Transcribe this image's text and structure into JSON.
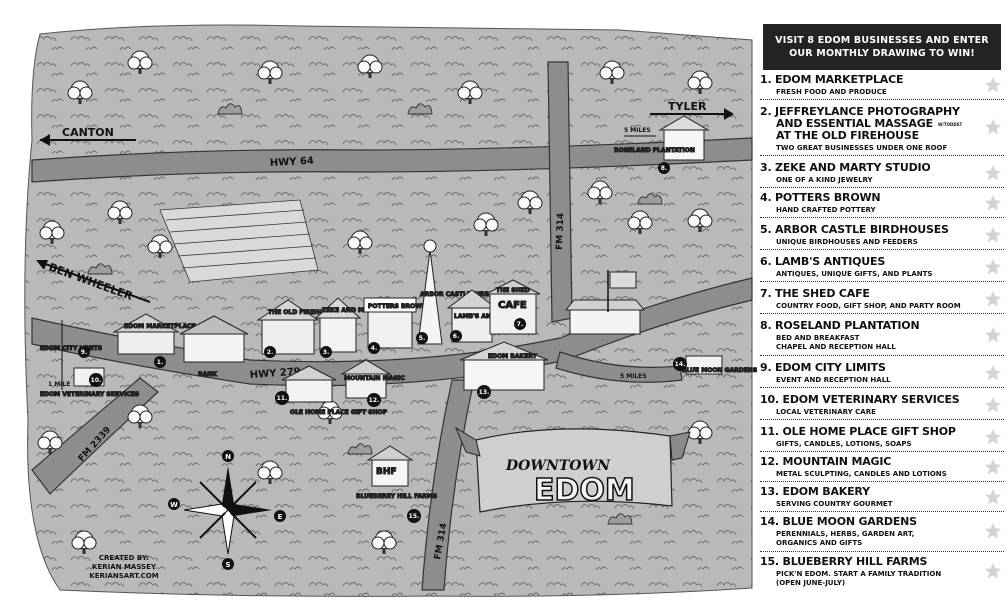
{
  "legend": {
    "title": "VISIT 8 EDOM BUSINESSES AND ENTER OUR MONTHLY DRAWING TO WIN!",
    "star_icon": "star-icon",
    "entries": [
      {
        "name": "1. EDOM MARKETPLACE",
        "desc": [
          "FRESH FOOD AND PRODUCE"
        ]
      },
      {
        "name": "2. JEFFREYLANCE PHOTOGRAPHY",
        "name2": "AND ESSENTIAL MASSAGE",
        "name3": "AT THE OLD FIREHOUSE",
        "name2_note": "W/TODDST",
        "desc": [
          "TWO GREAT BUSINESSES UNDER ONE ROOF"
        ]
      },
      {
        "name": "3. ZEKE AND MARTY STUDIO",
        "desc": [
          "ONE OF A KIND JEWELRY"
        ]
      },
      {
        "name": "4. POTTERS BROWN",
        "desc": [
          "HAND CRAFTED POTTERY"
        ]
      },
      {
        "name": "5. ARBOR CASTLE BIRDHOUSES",
        "desc": [
          "UNIQUE BIRDHOUSES AND FEEDERS"
        ]
      },
      {
        "name": "6. LAMB'S ANTIQUES",
        "desc": [
          "ANTIQUES, UNIQUE GIFTS, AND PLANTS"
        ]
      },
      {
        "name": "7. THE SHED CAFE",
        "desc": [
          "COUNTRY FOOD, GIFT SHOP, AND PARTY ROOM"
        ]
      },
      {
        "name": "8. ROSELAND PLANTATION",
        "desc": [
          "BED AND BREAKFAST",
          "CHAPEL AND RECEPTION HALL"
        ]
      },
      {
        "name": "9. EDOM CITY LIMITS",
        "desc": [
          "EVENT AND RECEPTION HALL"
        ]
      },
      {
        "name": "10. EDOM VETERINARY SERVICES",
        "desc": [
          "LOCAL VETERINARY CARE"
        ]
      },
      {
        "name": "11. OLE HOME PLACE GIFT SHOP",
        "desc": [
          "GIFTS, CANDLES, LOTIONS, SOAPS"
        ]
      },
      {
        "name": "12. MOUNTAIN MAGIC",
        "desc": [
          "METAL SCULPTING, CANDLES AND LOTIONS"
        ]
      },
      {
        "name": "13. EDOM BAKERY",
        "desc": [
          "SERVING COUNTRY GOURMET"
        ]
      },
      {
        "name": "14. BLUE MOON GARDENS",
        "desc": [
          "PERENNIALS, HERBS, GARDEN ART,",
          "ORGANICS AND GIFTS"
        ]
      },
      {
        "name": "15. BLUEBERRY HILL FARMS",
        "desc": [
          "PICK'N EDOM. START A FAMILY TRADITION",
          "(OPEN JUNE-JULY)"
        ]
      }
    ]
  },
  "map": {
    "directions": {
      "canton": "CANTON",
      "tyler": "TYLER",
      "ben_wheeler": "BEN WHEELER"
    },
    "roads": {
      "hwy64": "HWY 64",
      "hwy279": "HWY 279",
      "fm314_north": "FM 314",
      "fm314_south": "FM 314",
      "fm2339": "FM 2339"
    },
    "distances": {
      "five_miles_tyler": "5 MILES",
      "five_miles_blue_moon": "5 MILES",
      "one_mile": "1 MILE"
    },
    "buildings": {
      "edom_marketplace": "EDOM MARKETPLACE",
      "old_firehouse": "THE OLD FIREHOUSE",
      "zeke_marty": "ZEKE AND MARTY",
      "potters_brown": "POTTERS BROWN",
      "arbor_castle": "ARBOR CASTLE BIRD-HOUSES",
      "lambs_antiques": "LAMB'S ANTIQUES",
      "shed_cafe_top": "THE SHED",
      "shed_cafe": "CAFE",
      "edom_bakery": "EDOM BAKERY",
      "bank": "BANK",
      "mountain_magic": "MOUNTAIN MAGIC",
      "ole_home_place": "OLE HOME PLACE GIFT SHOP",
      "bhf": "BHF",
      "blueberry_hill": "BLUEBERRY HILL FARMS",
      "blue_moon": "BLUE MOON GARDENS",
      "roseland": "ROSELAND PLANTATION",
      "edom_city_limits": "EDOM CITY LIMITS",
      "edom_vet": "EDOM VETERINARY SERVICES"
    },
    "numbers": [
      "1.",
      "2.",
      "3.",
      "4.",
      "5.",
      "6.",
      "7.",
      "8.",
      "9.",
      "10.",
      "11.",
      "12.",
      "13.",
      "14.",
      "15."
    ],
    "banner": {
      "line1": "DOWNTOWN",
      "line2": "EDOM"
    },
    "compass": {
      "n": "N",
      "s": "S",
      "e": "E",
      "w": "W"
    },
    "credit": {
      "line1": "CREATED BY:",
      "line2": "KERIAN MASSEY",
      "line3": "KERIANSART.COM"
    }
  }
}
